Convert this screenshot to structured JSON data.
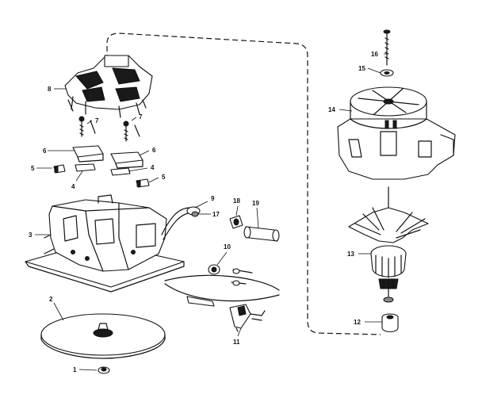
{
  "labels": {
    "l1": "1",
    "l2": "2",
    "l3": "3",
    "l4a": "4",
    "l4b": "4",
    "l5a": "5",
    "l5b": "5",
    "l6a": "6",
    "l6b": "6",
    "l7a": "7",
    "l7b": "7",
    "l8": "8",
    "l9": "9",
    "l10": "10",
    "l11": "11",
    "l12": "12",
    "l13": "13",
    "l14": "14",
    "l15": "15",
    "l16": "16",
    "l17": "17",
    "l18": "18",
    "l19": "19"
  }
}
